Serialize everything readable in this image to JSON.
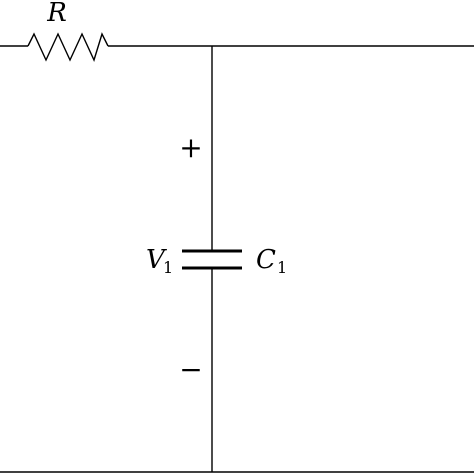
{
  "diagram": {
    "resistor": {
      "label": "R"
    },
    "capacitor": {
      "voltage_label": "V",
      "voltage_subscript": "1",
      "capacitor_label": "C",
      "capacitor_subscript": "1",
      "positive_sign": "+",
      "negative_sign": "−"
    }
  }
}
